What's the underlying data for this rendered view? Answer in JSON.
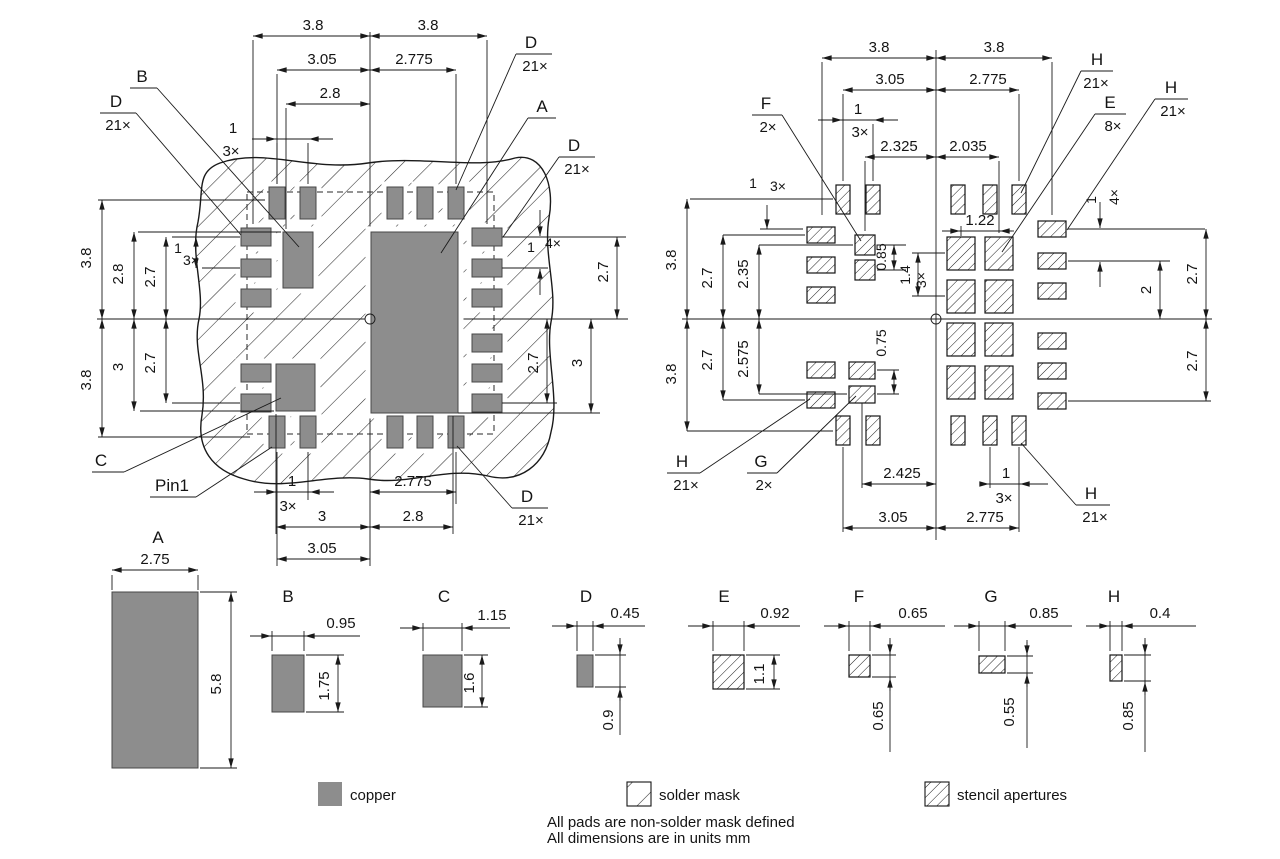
{
  "copper_layout": {
    "label_a": "A",
    "label_b": "B",
    "label_c": "C",
    "label_d": "D",
    "label_pin1": "Pin1",
    "qty_21x": "21×",
    "qty_3x": "3×",
    "qty_4x": "4×",
    "d_38": "3.8",
    "d_305": "3.05",
    "d_2775": "2.775",
    "d_28": "2.8",
    "d_1": "1",
    "d_27": "2.7",
    "d_3": "3"
  },
  "stencil_layout": {
    "label_e": "E",
    "label_f": "F",
    "label_g": "G",
    "label_h": "H",
    "qty_21x": "21×",
    "qty_2x": "2×",
    "qty_3x": "3×",
    "qty_4x": "4×",
    "qty_8x": "8×",
    "d_38": "3.8",
    "d_305": "3.05",
    "d_2775": "2.775",
    "d_2325": "2.325",
    "d_2035": "2.035",
    "d_1": "1",
    "d_122": "1.22",
    "d_085": "0.85",
    "d_14": "1.4",
    "d_075": "0.75",
    "d_2": "2",
    "d_27": "2.7",
    "d_235": "2.35",
    "d_2575": "2.575",
    "d_2425": "2.425"
  },
  "details": {
    "a": {
      "label": "A",
      "w": "2.75",
      "h": "5.8"
    },
    "b": {
      "label": "B",
      "w": "0.95",
      "h": "1.75"
    },
    "c": {
      "label": "C",
      "w": "1.15",
      "h": "1.6"
    },
    "d": {
      "label": "D",
      "w": "0.45",
      "h": "0.9"
    },
    "e": {
      "label": "E",
      "w": "0.92",
      "h": "1.1"
    },
    "f": {
      "label": "F",
      "w": "0.65",
      "h": "0.65"
    },
    "g": {
      "label": "G",
      "w": "0.85",
      "h": "0.55"
    },
    "h": {
      "label": "H",
      "w": "0.4",
      "h": "0.85"
    }
  },
  "legend": {
    "copper": "copper",
    "solder_mask": "solder mask",
    "stencil": "stencil apertures"
  },
  "notes": {
    "line1": "All pads are non-solder mask defined",
    "line2": "All dimensions are in units mm"
  }
}
